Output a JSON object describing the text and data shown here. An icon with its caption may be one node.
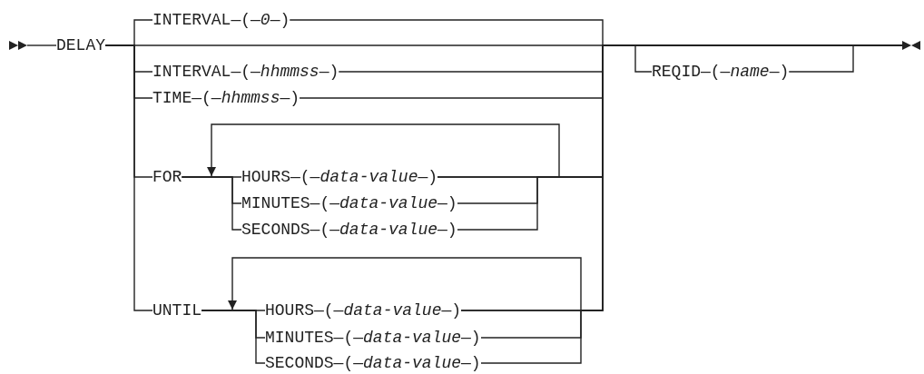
{
  "diagram": {
    "nodes": [
      {
        "text": [
          "DELAY"
        ]
      },
      {
        "text": [
          "INTERVAL—(—*0*—)"
        ]
      },
      {
        "text": [
          "INTERVAL—(—*hhmmss*—)"
        ]
      },
      {
        "text": [
          "TIME—(—*hhmmss*—)"
        ]
      },
      {
        "text": [
          "FOR"
        ]
      },
      {
        "text": [
          "HOURS—(—*data-value*—)"
        ]
      },
      {
        "text": [
          "MINUTES—(—*data-value*—)"
        ]
      },
      {
        "text": [
          "SECONDS—(—*data-value*—)"
        ]
      },
      {
        "text": [
          "UNTIL"
        ]
      },
      {
        "text": [
          "HOURS—(—*data-value*—)"
        ]
      },
      {
        "text": [
          "MINUTES—(—*data-value*—)"
        ]
      },
      {
        "text": [
          "SECONDS—(—*data-value*—)"
        ]
      },
      {
        "text": [
          "REQID—(—*name*—)"
        ]
      },
      {
        "text": [],
        "shape": "triangle"
      },
      {
        "text": [],
        "shape": "triangle"
      }
    ],
    "edges": [
      {
        "from": 13,
        "to": 0,
        "arrow": "none"
      },
      {
        "from": 0,
        "to": 1,
        "arrow": "none"
      },
      {
        "from": 0,
        "to": 14,
        "arrow": "none"
      },
      {
        "from": 0,
        "to": 2,
        "arrow": "none"
      },
      {
        "from": 0,
        "to": 3,
        "arrow": "none"
      },
      {
        "from": 0,
        "to": 4,
        "arrow": "none"
      },
      {
        "from": 0,
        "to": 8,
        "arrow": "none"
      },
      {
        "from": 1,
        "to": 14,
        "arrow": "none"
      },
      {
        "from": 2,
        "to": 14,
        "arrow": "none"
      },
      {
        "from": 3,
        "to": 14,
        "arrow": "none"
      },
      {
        "from": 4,
        "to": 5,
        "arrow": "none"
      },
      {
        "from": 4,
        "to": 6,
        "arrow": "none"
      },
      {
        "from": 4,
        "to": 7,
        "arrow": "none"
      },
      {
        "from": 5,
        "to": null,
        "arrow": "to"
      },
      {
        "from": 5,
        "to": 14,
        "arrow": "none"
      },
      {
        "from": 6,
        "to": 14,
        "arrow": "none"
      },
      {
        "from": 7,
        "to": 14,
        "arrow": "none"
      },
      {
        "from": 8,
        "to": 9,
        "arrow": "none"
      },
      {
        "from": 8,
        "to": 10,
        "arrow": "none"
      },
      {
        "from": 8,
        "to": 11,
        "arrow": "none"
      },
      {
        "from": 9,
        "to": null,
        "arrow": "to"
      },
      {
        "from": 9,
        "to": 14,
        "arrow": "none"
      },
      {
        "from": 10,
        "to": 14,
        "arrow": "none"
      },
      {
        "from": 11,
        "to": 14,
        "arrow": "none"
      },
      {
        "from": null,
        "to": 12,
        "arrow": "none"
      },
      {
        "from": 12,
        "to": null,
        "arrow": "none"
      }
    ]
  }
}
